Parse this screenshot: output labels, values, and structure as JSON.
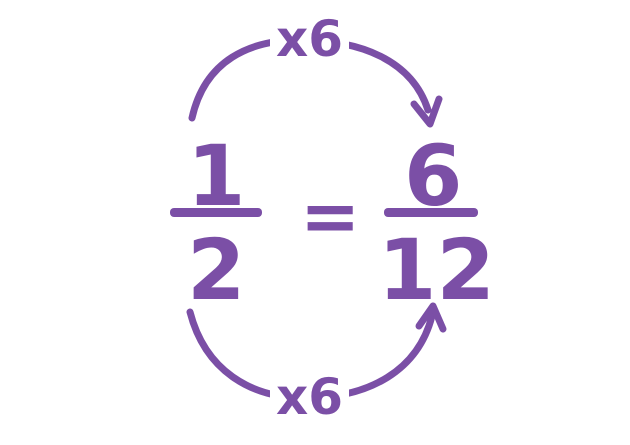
{
  "colors": {
    "ink": "#7b4fa6",
    "background": "#ffffff"
  },
  "left_fraction": {
    "numerator": "1",
    "denominator": "2"
  },
  "equals_sign": "=",
  "right_fraction": {
    "numerator": "6",
    "denominator": "12"
  },
  "top_multiplier": "x6",
  "bottom_multiplier": "x6"
}
